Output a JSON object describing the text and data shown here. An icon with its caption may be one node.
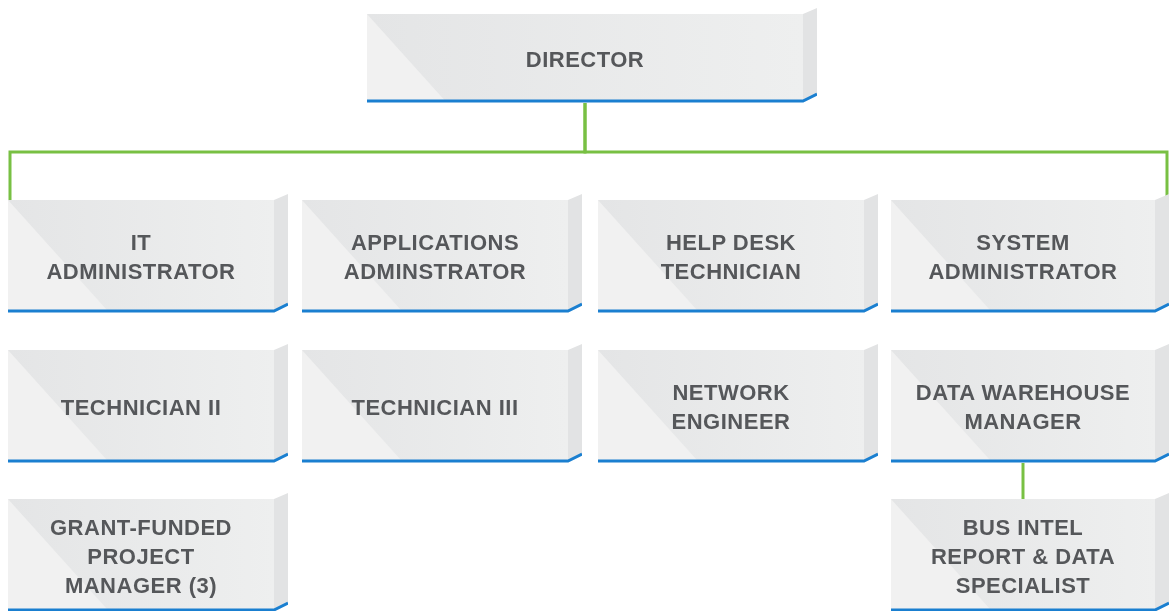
{
  "diagram": {
    "nodes": [
      {
        "text": [
          "DIRECTOR"
        ]
      },
      {
        "text": [
          "IT ADMINISTRATOR"
        ]
      },
      {
        "text": [
          "APPLICATIONS ADMINSTRATOR"
        ]
      },
      {
        "text": [
          "HELP DESK TECHNICIAN"
        ]
      },
      {
        "text": [
          "SYSTEM ADMINISTRATOR"
        ]
      },
      {
        "text": [
          "TECHNICIAN II"
        ]
      },
      {
        "text": [
          "TECHNICIAN III"
        ]
      },
      {
        "text": [
          "NETWORK ENGINEER"
        ]
      },
      {
        "text": [
          "DATA WAREHOUSE MANAGER"
        ]
      },
      {
        "text": [
          "GRANT-FUNDED PROJECT MANAGER (3)"
        ]
      },
      {
        "text": [
          "BUS INTEL REPORT & DATA SPECIALIST"
        ]
      }
    ],
    "edges": [
      {
        "from": 0,
        "to": 1,
        "arrow": "none"
      },
      {
        "from": 0,
        "to": 4,
        "arrow": "none"
      },
      {
        "from": 8,
        "to": 10,
        "arrow": "none"
      }
    ]
  }
}
